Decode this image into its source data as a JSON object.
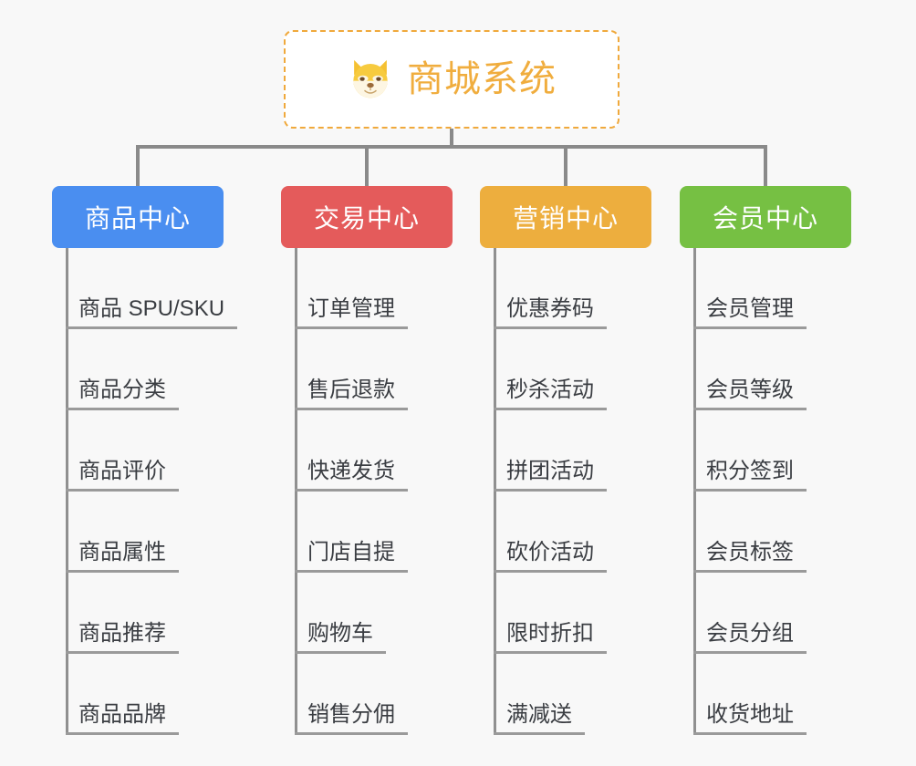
{
  "page": {
    "background_color": "#f8f8f8",
    "diagram_type": "mind-map"
  },
  "root": {
    "title": "商城系统",
    "icon": "shiba-dog-face-emoji",
    "text_color": "#f0ad3e",
    "border_color": "#f0a93c",
    "background_color": "#ffffff"
  },
  "connector": {
    "color": "#8a8a8a"
  },
  "branches": [
    {
      "label": "商品中心",
      "color": "#4a8ef0",
      "items": [
        "商品 SPU/SKU",
        "商品分类",
        "商品评价",
        "商品属性",
        "商品推荐",
        "商品品牌"
      ]
    },
    {
      "label": "交易中心",
      "color": "#e45b5b",
      "items": [
        "订单管理",
        "售后退款",
        "快递发货",
        "门店自提",
        "购物车",
        "销售分佣"
      ]
    },
    {
      "label": "营销中心",
      "color": "#edae3e",
      "items": [
        "优惠券码",
        "秒杀活动",
        "拼团活动",
        "砍价活动",
        "限时折扣",
        "满减送"
      ]
    },
    {
      "label": "会员中心",
      "color": "#76c043",
      "items": [
        "会员管理",
        "会员等级",
        "积分签到",
        "会员标签",
        "会员分组",
        "收货地址"
      ]
    }
  ]
}
